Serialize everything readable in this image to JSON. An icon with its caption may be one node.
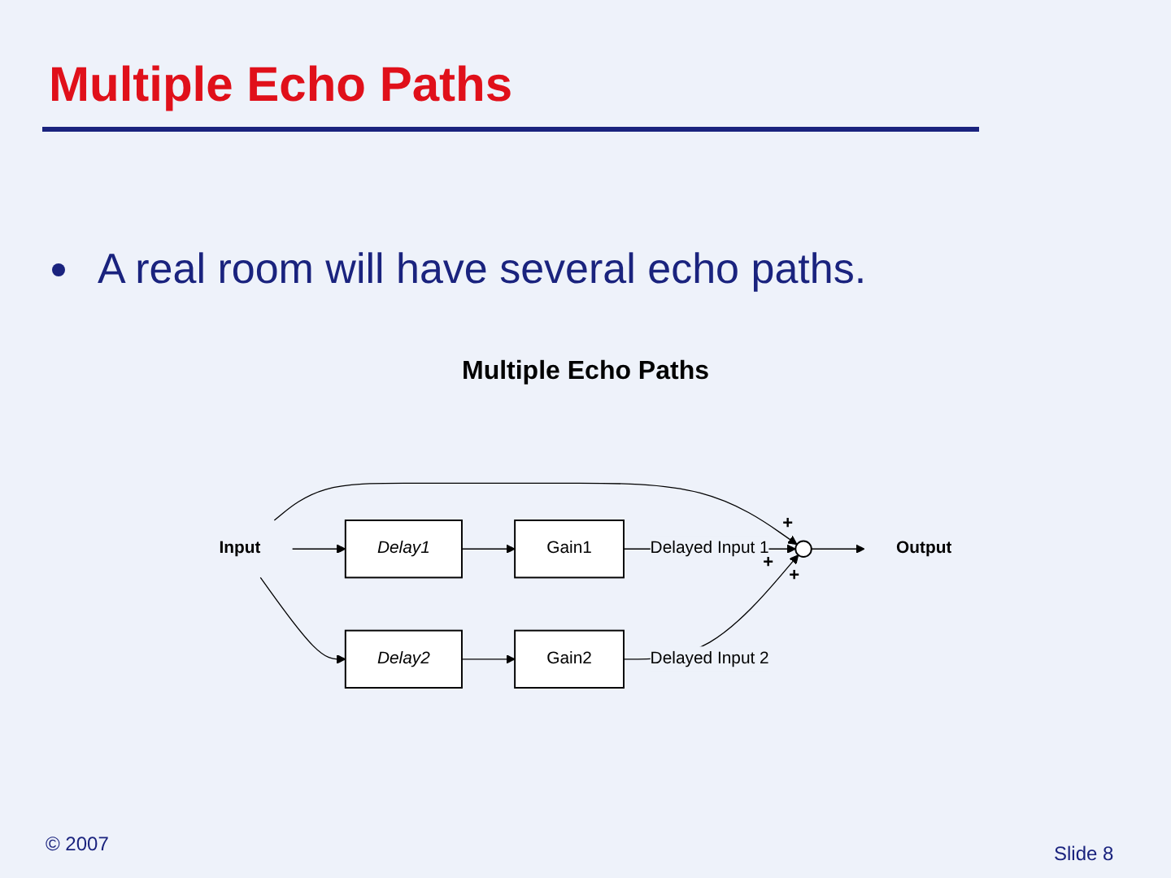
{
  "diagram": {
    "title": "Multiple Echo Paths",
    "nodes": [
      {
        "text": [
          "Input"
        ]
      },
      {
        "text": [
          "Delay1"
        ]
      },
      {
        "text": [
          "Gain1"
        ]
      },
      {
        "text": [
          "Delay2"
        ]
      },
      {
        "text": [
          "Gain2"
        ]
      },
      {
        "text": [],
        "shape": "circle"
      },
      {
        "text": [
          "Output"
        ]
      }
    ],
    "edges": [
      {
        "from": 0,
        "to": 5,
        "arrow": "to"
      },
      {
        "from": 0,
        "to": 1,
        "arrow": "to"
      },
      {
        "from": 0,
        "to": 3,
        "arrow": "to"
      },
      {
        "from": 1,
        "to": 2,
        "arrow": "to"
      },
      {
        "from": 3,
        "to": 4,
        "arrow": "to"
      },
      {
        "from": 2,
        "to": 5,
        "arrow": "to",
        "label": "Delayed Input 1"
      },
      {
        "from": 4,
        "to": 5,
        "arrow": "to",
        "label": "Delayed Input 2"
      },
      {
        "from": 5,
        "to": 6,
        "arrow": "to"
      }
    ],
    "labels": [
      "A real room will have several echo paths.",
      "Multiple Echo Paths",
      "+",
      "+",
      "+",
      "© 2007",
      "Slide 8"
    ]
  }
}
